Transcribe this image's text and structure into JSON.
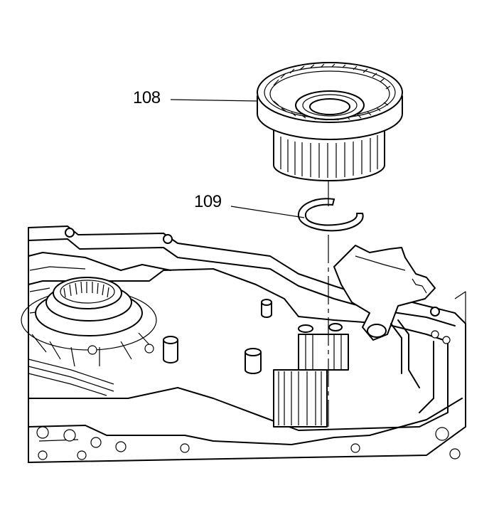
{
  "callouts": [
    {
      "id": "108",
      "label": "108"
    },
    {
      "id": "109",
      "label": "109"
    }
  ],
  "colors": {
    "line": "#000000",
    "background": "#ffffff"
  }
}
